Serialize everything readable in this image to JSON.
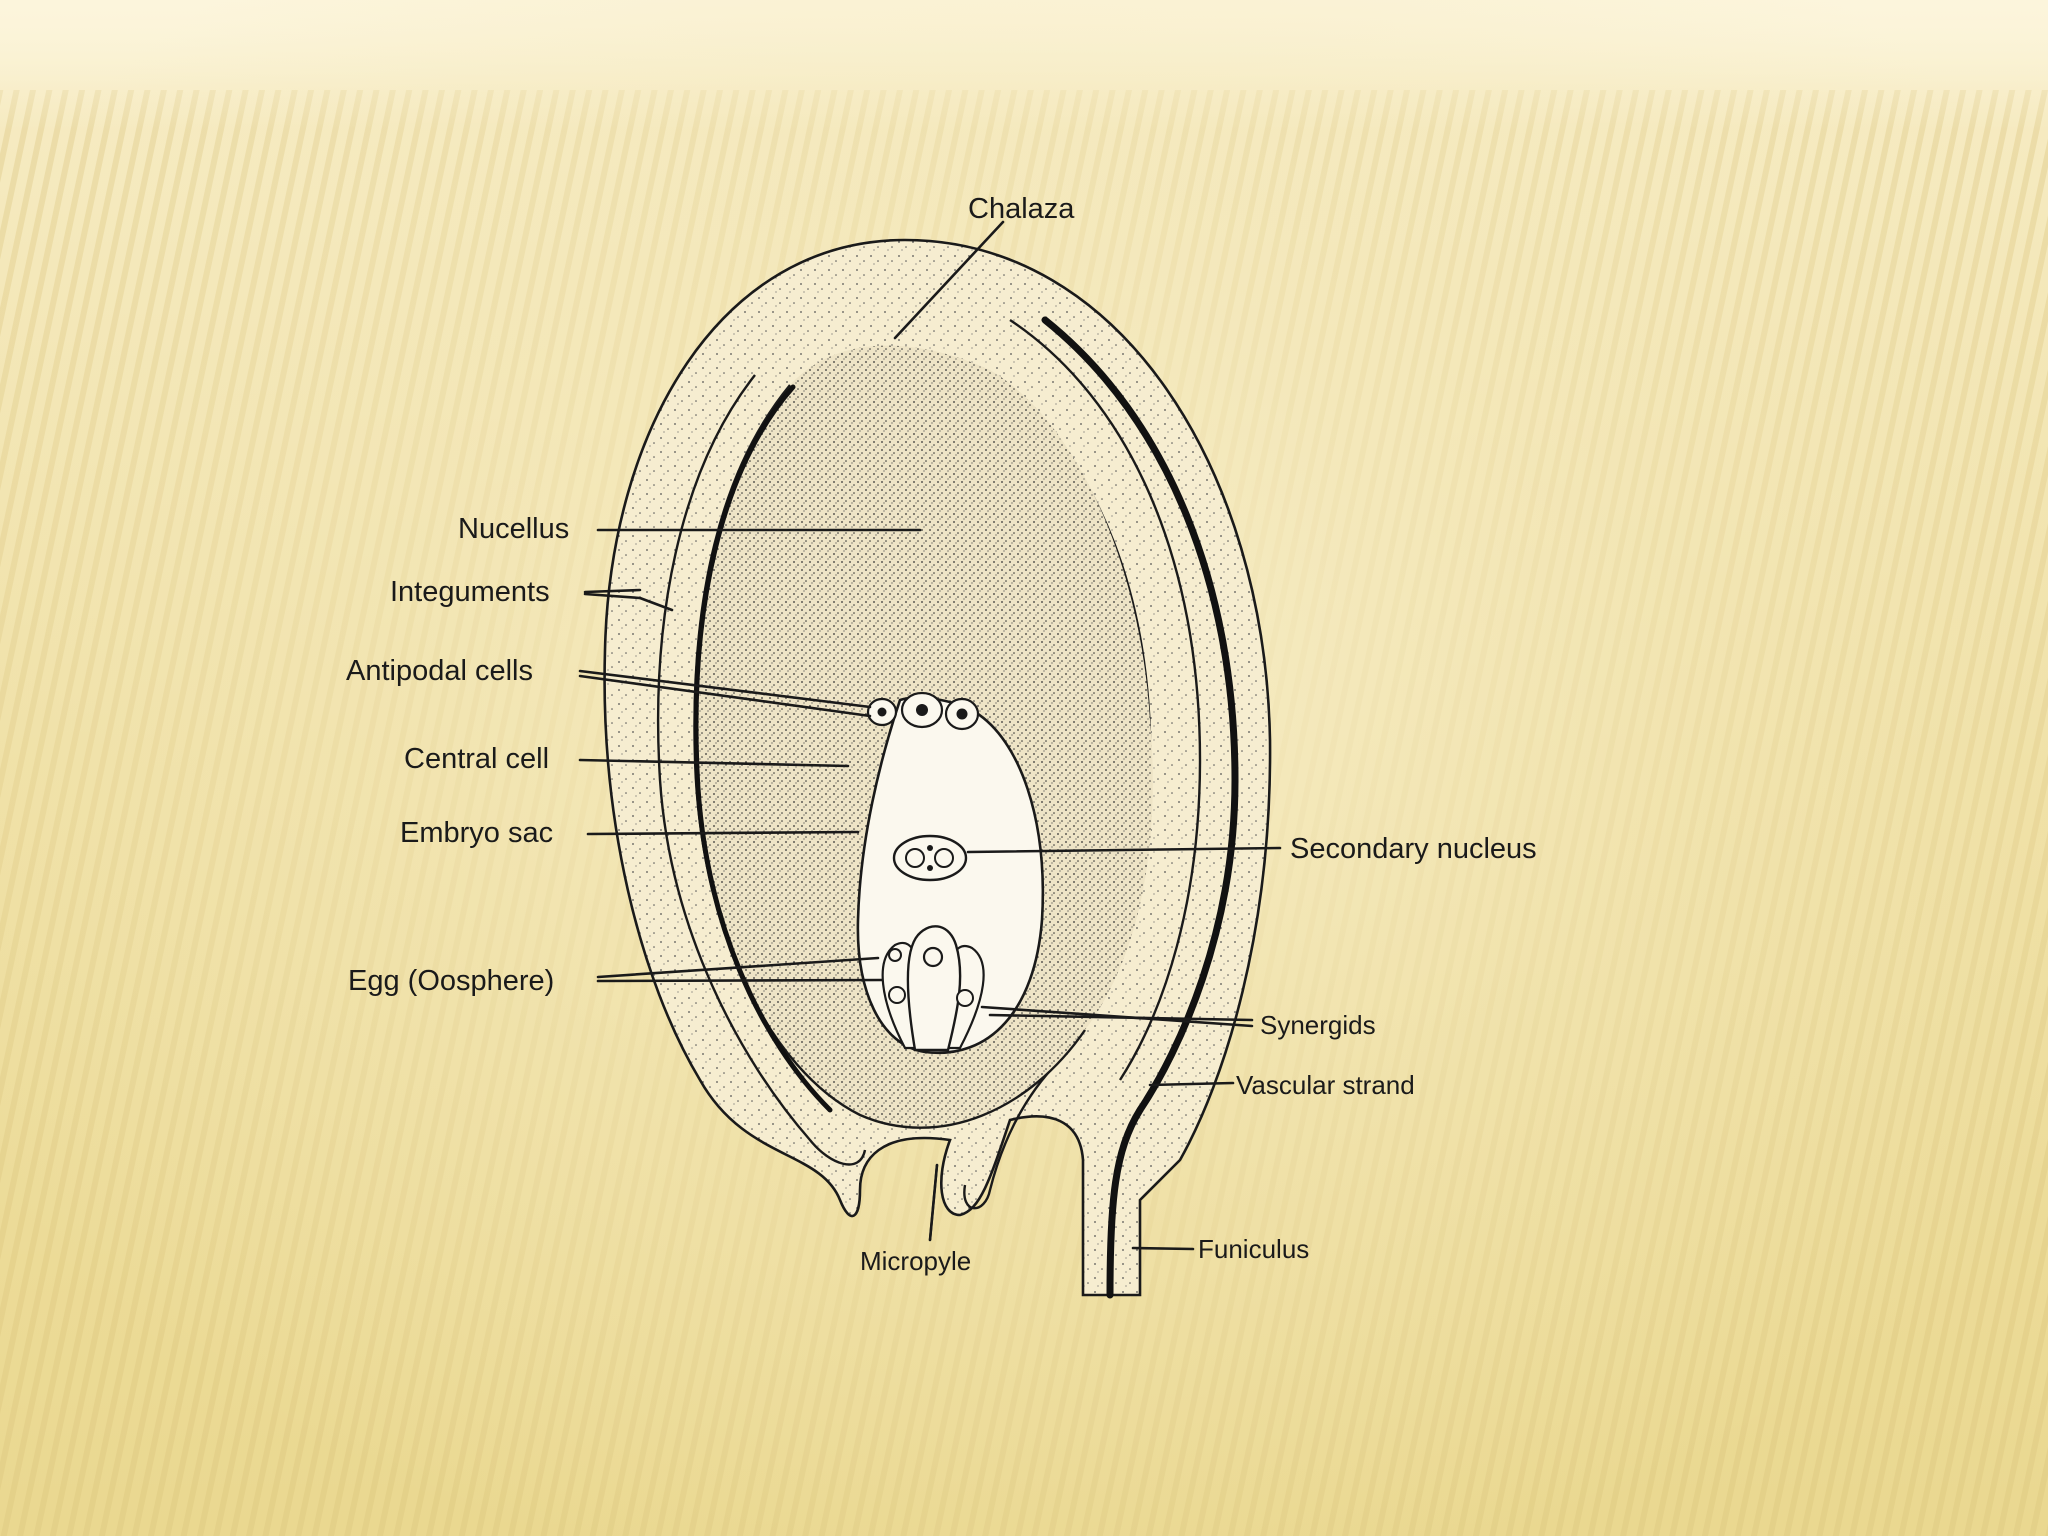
{
  "slide": {
    "background_color": "#f0e2a6",
    "stripe_color": "#d9c27a"
  },
  "diagram": {
    "labels": {
      "chalaza": "Chalaza",
      "nucellus": "Nucellus",
      "integuments": "Integuments",
      "antipodal_cells": "Antipodal cells",
      "central_cell": "Central cell",
      "embryo_sac": "Embryo sac",
      "egg": "Egg (Oosphere)",
      "secondary_nucleus": "Secondary nucleus",
      "synergids": "Synergids",
      "vascular_strand": "Vascular strand",
      "funiculus": "Funiculus",
      "micropyle": "Micropyle"
    }
  }
}
